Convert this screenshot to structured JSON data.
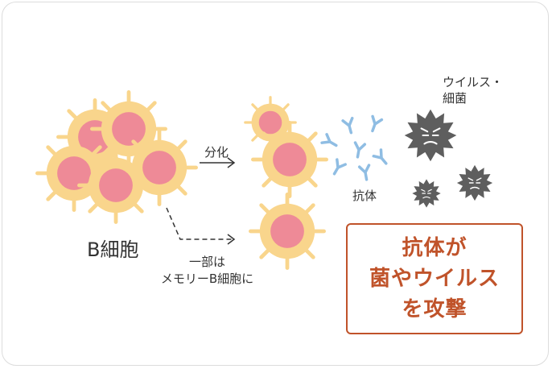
{
  "labels": {
    "bcell": "B細胞",
    "divide": "分化",
    "memory_line1": "一部は",
    "memory_line2": "メモリーB細胞に",
    "antibody": "抗体",
    "pathogen_line1": "ウイルス・",
    "pathogen_line2": "細菌"
  },
  "callout": {
    "line1": "抗体が",
    "line2": "菌やウイルス",
    "line3": "を攻撃"
  },
  "colors": {
    "cell_body": "#f9d58c",
    "cell_nucleus": "#ee8a97",
    "antibody": "#8fbde3",
    "pathogen": "#5e5e5e",
    "callout": "#c0532a",
    "text": "#333333"
  }
}
